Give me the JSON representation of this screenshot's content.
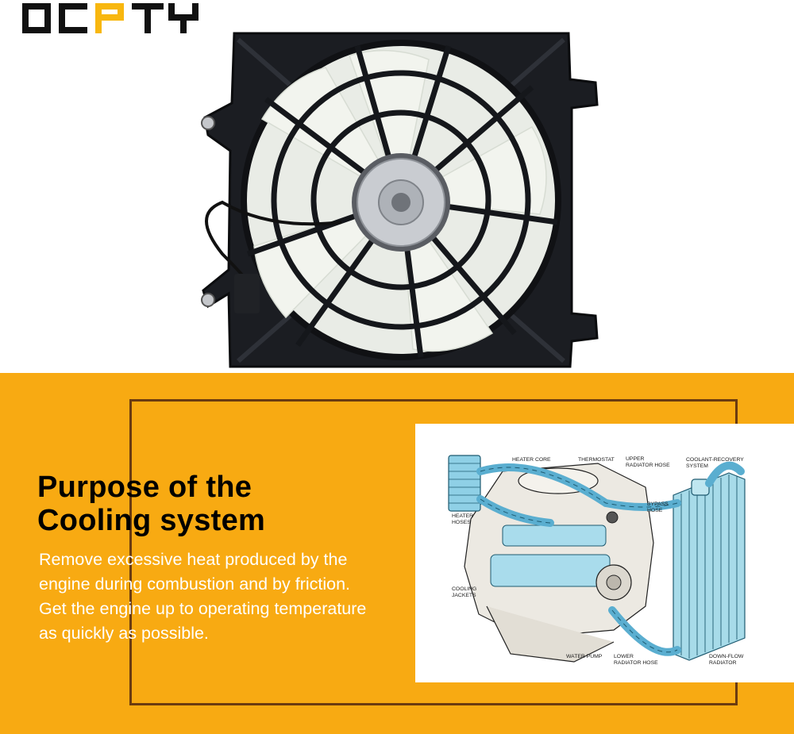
{
  "brand": {
    "logo_text": "OCPTY",
    "colors": {
      "dark": "#111111",
      "accent": "#f8b70f"
    }
  },
  "product": {
    "name": "radiator-cooling-fan-assembly"
  },
  "banner": {
    "background": "#f8aa12",
    "frame_color": "#6b3b10",
    "heading": "Purpose of the\nCooling system",
    "description_lines": [
      "Remove excessive heat produced by the",
      "engine during combustion and by friction.",
      "Get the engine up to operating temperature",
      "as quickly as possible."
    ]
  },
  "diagram": {
    "labels": {
      "heater_core": "HEATER CORE",
      "thermostat": "THERMOSTAT",
      "upper_hose_1": "UPPER",
      "upper_hose_2": "RADIATOR HOSE",
      "coolant_1": "COOLANT-RECOVERY",
      "coolant_2": "SYSTEM",
      "bypass_1": "BYPASS",
      "bypass_2": "HOSE",
      "heater_hoses_1": "HEATER",
      "heater_hoses_2": "HOSES",
      "jackets_1": "COOLING",
      "jackets_2": "JACKETS",
      "water_pump": "WATER PUMP",
      "lower_hose_1": "LOWER",
      "lower_hose_2": "RADIATOR HOSE",
      "radiator_1": "DOWN-FLOW",
      "radiator_2": "RADIATOR"
    }
  }
}
